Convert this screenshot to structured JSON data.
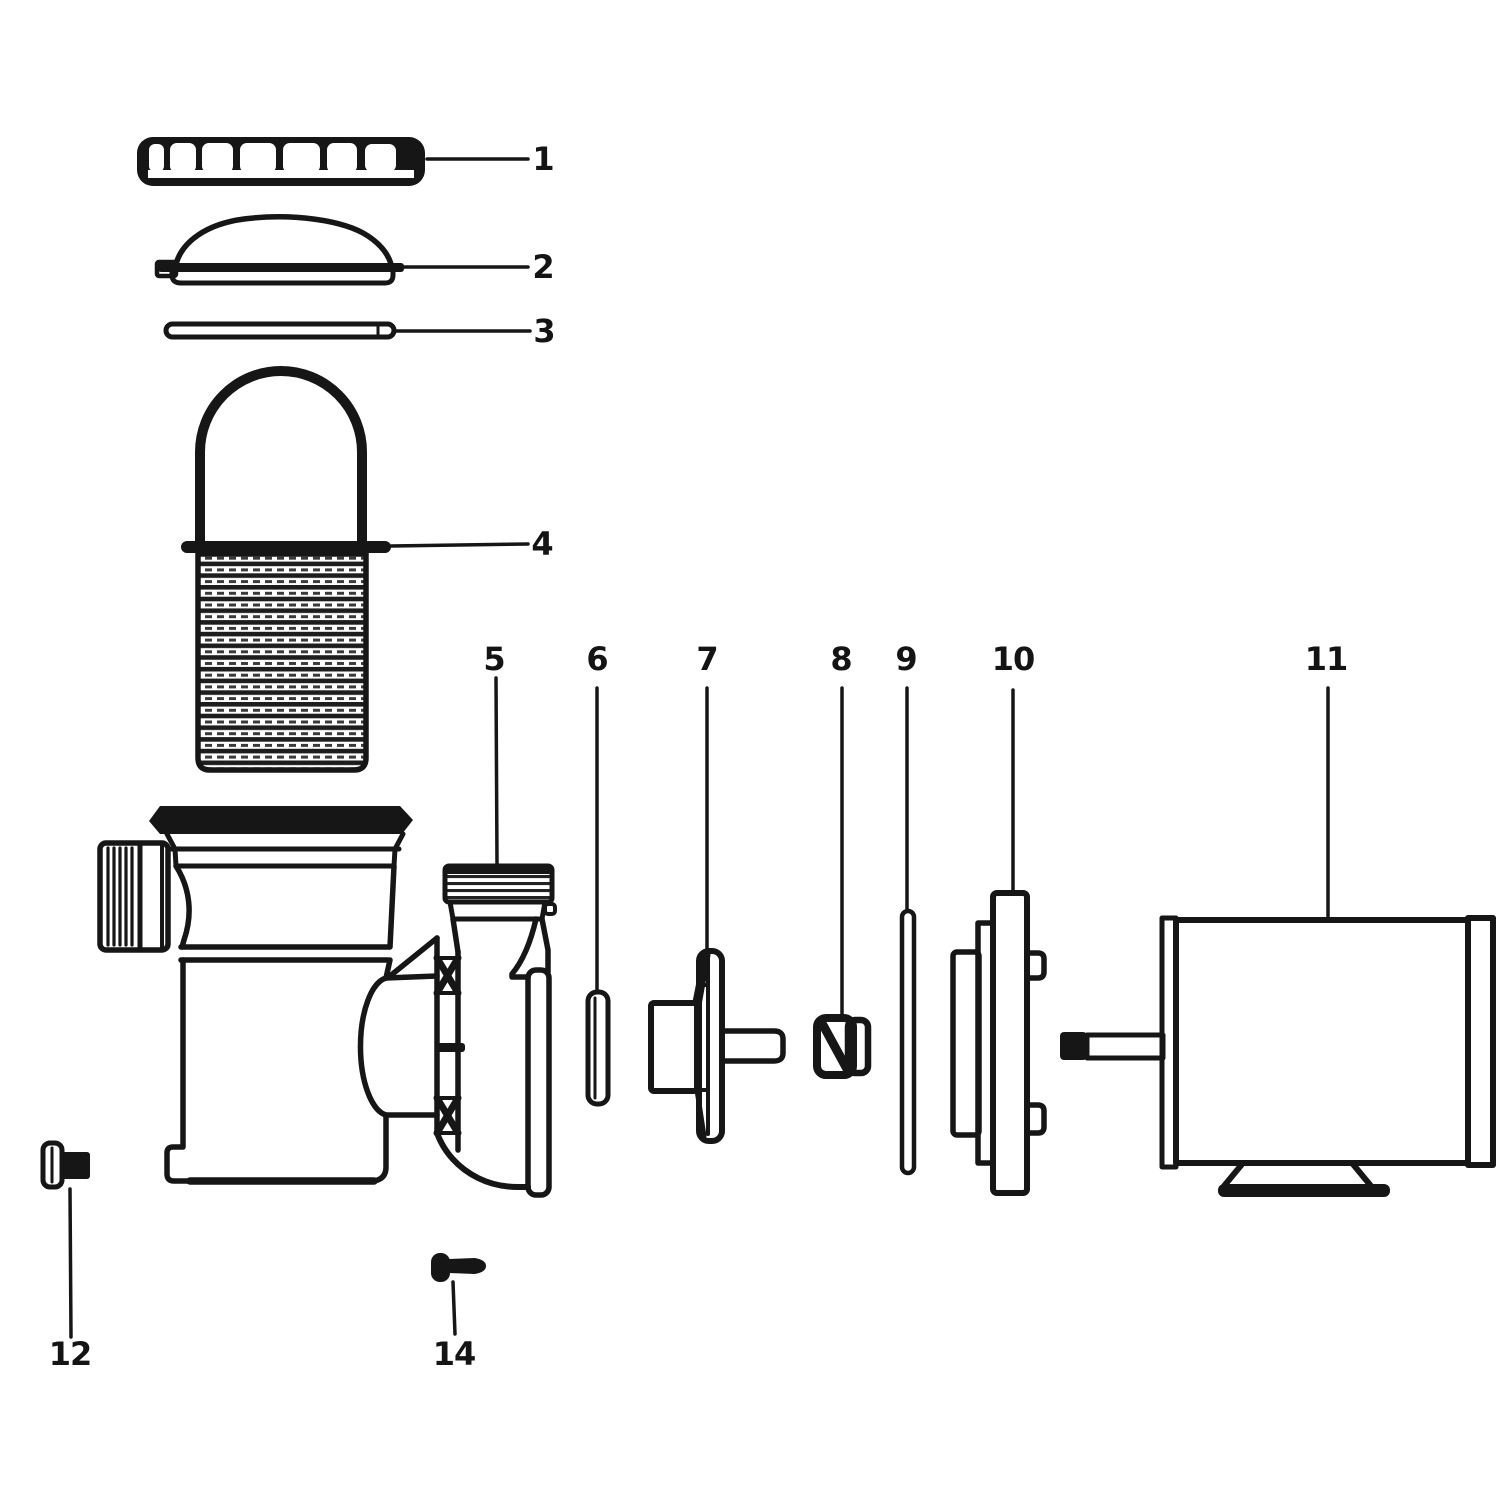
{
  "figure": {
    "type": "exploded-parts-diagram",
    "background_color": "#ffffff",
    "line_color": "#161616",
    "callouts": [
      {
        "label": "1"
      },
      {
        "label": "2"
      },
      {
        "label": "3"
      },
      {
        "label": "4"
      },
      {
        "label": "5"
      },
      {
        "label": "6"
      },
      {
        "label": "7"
      },
      {
        "label": "8"
      },
      {
        "label": "9"
      },
      {
        "label": "10"
      },
      {
        "label": "11"
      },
      {
        "label": "12"
      },
      {
        "label": "14"
      }
    ]
  }
}
